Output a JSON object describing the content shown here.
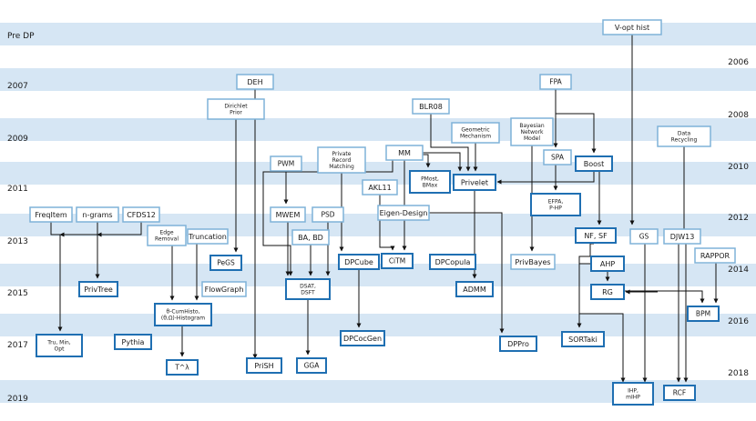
{
  "year_labels": {
    "left": [
      "Pre DP",
      "2007",
      "2009",
      "2011",
      "2013",
      "2015",
      "2017",
      "2019"
    ],
    "right": [
      "2006",
      "2008",
      "2010",
      "2012",
      "2014",
      "2016",
      "2018"
    ]
  },
  "nodes": [
    {
      "id": "vopt",
      "lines": [
        "V-opt hist"
      ],
      "style": "light"
    },
    {
      "id": "deh",
      "lines": [
        "DEH"
      ],
      "style": "light"
    },
    {
      "id": "fpa",
      "lines": [
        "FPA"
      ],
      "style": "light"
    },
    {
      "id": "dirichlet",
      "lines": [
        "Dirichlet",
        "Prior"
      ],
      "style": "light"
    },
    {
      "id": "blr08",
      "lines": [
        "BLR08"
      ],
      "style": "light"
    },
    {
      "id": "geom",
      "lines": [
        "Geometric",
        "Mechanism"
      ],
      "style": "light"
    },
    {
      "id": "bayes",
      "lines": [
        "Bayesian",
        "Network",
        "Model"
      ],
      "style": "light"
    },
    {
      "id": "datarec",
      "lines": [
        "Data",
        "Recycling"
      ],
      "style": "light"
    },
    {
      "id": "prm",
      "lines": [
        "Private",
        "Record",
        "Matching"
      ],
      "style": "light"
    },
    {
      "id": "mm",
      "lines": [
        "MM"
      ],
      "style": "light"
    },
    {
      "id": "spa",
      "lines": [
        "SPA"
      ],
      "style": "light"
    },
    {
      "id": "boost",
      "lines": [
        "Boost"
      ],
      "style": "dark"
    },
    {
      "id": "pwm",
      "lines": [
        "PWM"
      ],
      "style": "light"
    },
    {
      "id": "pmost",
      "lines": [
        "PMost,",
        "BMax"
      ],
      "style": "dark"
    },
    {
      "id": "privelet",
      "lines": [
        "Privelet"
      ],
      "style": "dark"
    },
    {
      "id": "akl11",
      "lines": [
        "AKL11"
      ],
      "style": "light"
    },
    {
      "id": "mwem",
      "lines": [
        "MWEM"
      ],
      "style": "light"
    },
    {
      "id": "psd",
      "lines": [
        "PSD"
      ],
      "style": "light"
    },
    {
      "id": "efpa",
      "lines": [
        "EFPA,",
        "P-HP"
      ],
      "style": "dark"
    },
    {
      "id": "freqitem",
      "lines": [
        "FreqItem"
      ],
      "style": "light"
    },
    {
      "id": "ngrams",
      "lines": [
        "n-grams"
      ],
      "style": "light"
    },
    {
      "id": "cfds12",
      "lines": [
        "CFDS12"
      ],
      "style": "light"
    },
    {
      "id": "eigen",
      "lines": [
        "Eigen-Design"
      ],
      "style": "light"
    },
    {
      "id": "edge",
      "lines": [
        "Edge",
        "Removal"
      ],
      "style": "light"
    },
    {
      "id": "trunc",
      "lines": [
        "Truncation"
      ],
      "style": "light"
    },
    {
      "id": "babd",
      "lines": [
        "BA, BD"
      ],
      "style": "light"
    },
    {
      "id": "nfsf",
      "lines": [
        "NF, SF"
      ],
      "style": "dark"
    },
    {
      "id": "gs",
      "lines": [
        "GS"
      ],
      "style": "light"
    },
    {
      "id": "djw13",
      "lines": [
        "DJW13"
      ],
      "style": "light"
    },
    {
      "id": "pegs",
      "lines": [
        "PeGS"
      ],
      "style": "dark"
    },
    {
      "id": "ctm",
      "lines": [
        "CiTM"
      ],
      "style": "dark"
    },
    {
      "id": "dpcopula",
      "lines": [
        "DPCopula"
      ],
      "style": "dark"
    },
    {
      "id": "dpcube",
      "lines": [
        "DPCube"
      ],
      "style": "dark"
    },
    {
      "id": "privbayes",
      "lines": [
        "PrivBayes"
      ],
      "style": "light"
    },
    {
      "id": "ahp",
      "lines": [
        "AHP"
      ],
      "style": "dark"
    },
    {
      "id": "rappor",
      "lines": [
        "RAPPOR"
      ],
      "style": "light"
    },
    {
      "id": "flowgraph",
      "lines": [
        "FlowGraph"
      ],
      "style": "light"
    },
    {
      "id": "dsat",
      "lines": [
        "DSAT,",
        "DSFT"
      ],
      "style": "dark"
    },
    {
      "id": "admm",
      "lines": [
        "ADMM"
      ],
      "style": "dark"
    },
    {
      "id": "rg",
      "lines": [
        "RG"
      ],
      "style": "dark"
    },
    {
      "id": "privtree",
      "lines": [
        "PrivTree"
      ],
      "style": "dark"
    },
    {
      "id": "thetacum",
      "lines": [
        "θ-CumHisto,",
        "(θ,Ω)-Histogram"
      ],
      "style": "dark"
    },
    {
      "id": "bpm",
      "lines": [
        "BPM"
      ],
      "style": "dark"
    },
    {
      "id": "dpcocgen",
      "lines": [
        "DPCocGen"
      ],
      "style": "dark"
    },
    {
      "id": "trumin",
      "lines": [
        "Tru, Min,",
        "Opt"
      ],
      "style": "dark"
    },
    {
      "id": "pythia",
      "lines": [
        "Pythia"
      ],
      "style": "dark"
    },
    {
      "id": "dppro",
      "lines": [
        "DPPro"
      ],
      "style": "dark"
    },
    {
      "id": "sortaki",
      "lines": [
        "SORTaki"
      ],
      "style": "dark"
    },
    {
      "id": "tlambda",
      "lines": [
        "T^λ"
      ],
      "style": "dark"
    },
    {
      "id": "prish",
      "lines": [
        "PriSH"
      ],
      "style": "dark"
    },
    {
      "id": "gga",
      "lines": [
        "GGA"
      ],
      "style": "dark"
    },
    {
      "id": "ihp",
      "lines": [
        "IHP,",
        "mIHP"
      ],
      "style": "dark"
    },
    {
      "id": "rcf",
      "lines": [
        "RCF"
      ],
      "style": "dark"
    }
  ],
  "colors": {
    "band": "#d6e6f4",
    "light_border": "#7fb2d8",
    "dark_border": "#1f6fb2",
    "line": "#111111"
  }
}
